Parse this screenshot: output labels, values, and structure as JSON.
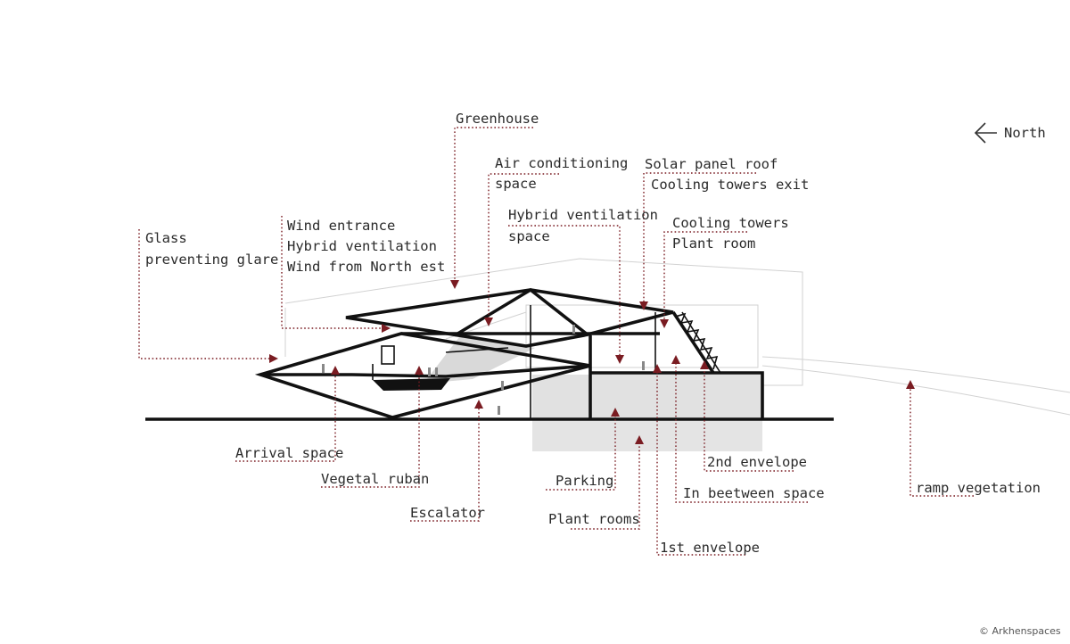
{
  "colors": {
    "accent": "#7a1c22",
    "ink": "#111111",
    "ghost": "#d2d2d2",
    "fill": "#e1e1e1"
  },
  "north": {
    "label": "North",
    "icon": "arrow-left-icon"
  },
  "copyright": "© Arkhenspaces",
  "labels": {
    "greenhouse": [
      "Greenhouse"
    ],
    "air_conditioning": [
      "Air conditioning",
      "space"
    ],
    "solar_panel": [
      "Solar panel roof",
      "Cooling towers exit"
    ],
    "hybrid_ventilation": [
      "Hybrid ventilation",
      "space"
    ],
    "cooling_towers": [
      "Cooling towers",
      "Plant room"
    ],
    "wind_entrance": [
      "Wind entrance",
      "Hybrid ventilation",
      "Wind from North est"
    ],
    "glass": [
      "Glass",
      "preventing glare"
    ],
    "arrival_space": [
      "Arrival space"
    ],
    "vegetal_ruban": [
      "Vegetal ruban"
    ],
    "escalator": [
      "Escalator"
    ],
    "parking": [
      "Parking"
    ],
    "plant_rooms": [
      "Plant rooms"
    ],
    "first_envelope": [
      "1st envelope"
    ],
    "second_envelope": [
      "2nd envelope"
    ],
    "in_between_space": [
      "In beetween space"
    ],
    "ramp_vegetation": [
      "ramp vegetation"
    ]
  }
}
